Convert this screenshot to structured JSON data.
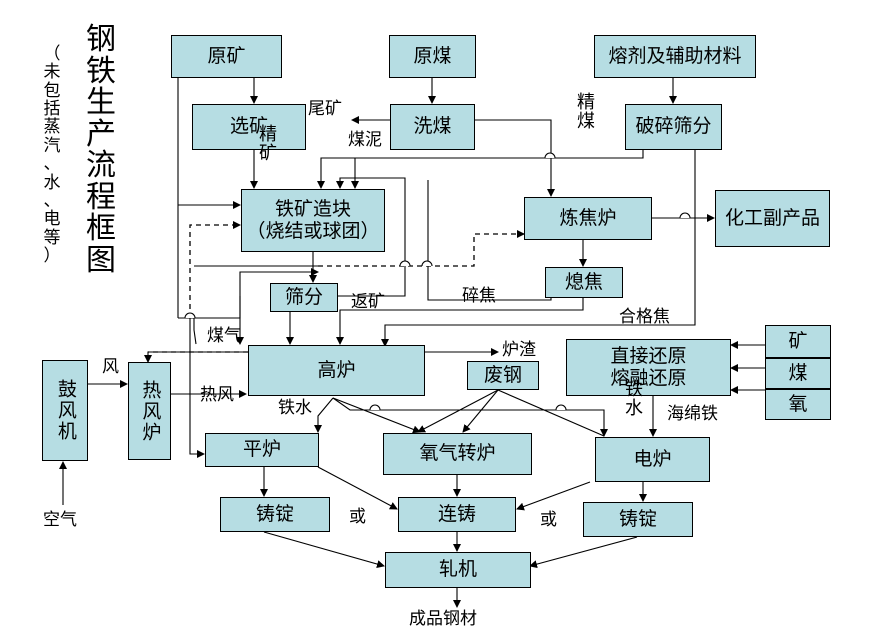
{
  "title": "钢铁生产流程框图",
  "subtitle": "（未包括蒸汽、水、电等）",
  "boxes": {
    "raw_ore": "原矿",
    "raw_coal": "原煤",
    "flux": "熔剂及辅助材料",
    "ore_dressing": "选矿",
    "coal_washing": "洗煤",
    "crushing": "破碎筛分",
    "sinter": "铁矿造块\n（烧结或球团）",
    "coke_oven": "炼焦炉",
    "chem": "化工副产品",
    "quenching": "熄焦",
    "screening": "筛分",
    "blast_furnace": "高炉",
    "scrap": "废钢",
    "direct_reduction": "直接还原\n熔融还原",
    "ore_in": "矿",
    "coal_in": "煤",
    "oxygen_in": "氧",
    "blower": "鼓风机",
    "hot_stove": "热风炉",
    "open_hearth": "平炉",
    "bof": "氧气转炉",
    "eaf": "电炉",
    "ingot_left": "铸锭",
    "cc": "连铸",
    "ingot_right": "铸锭",
    "rolling": "轧机"
  },
  "labels": {
    "tailings": "尾矿",
    "coal_slime": "煤泥",
    "concentrate_ore": "精矿",
    "clean_coal": "精煤",
    "return_ore": "返矿",
    "coke_breeze": "碎焦",
    "qualified_coke": "合格焦",
    "gas": "煤气",
    "wind": "风",
    "hot_blast": "热风",
    "molten_iron": "铁水",
    "slag": "炉渣",
    "iron_water": "铁水",
    "sponge_iron": "海绵铁",
    "or_left": "或",
    "or_right": "或",
    "air": "空气",
    "finished": "成品钢材"
  }
}
